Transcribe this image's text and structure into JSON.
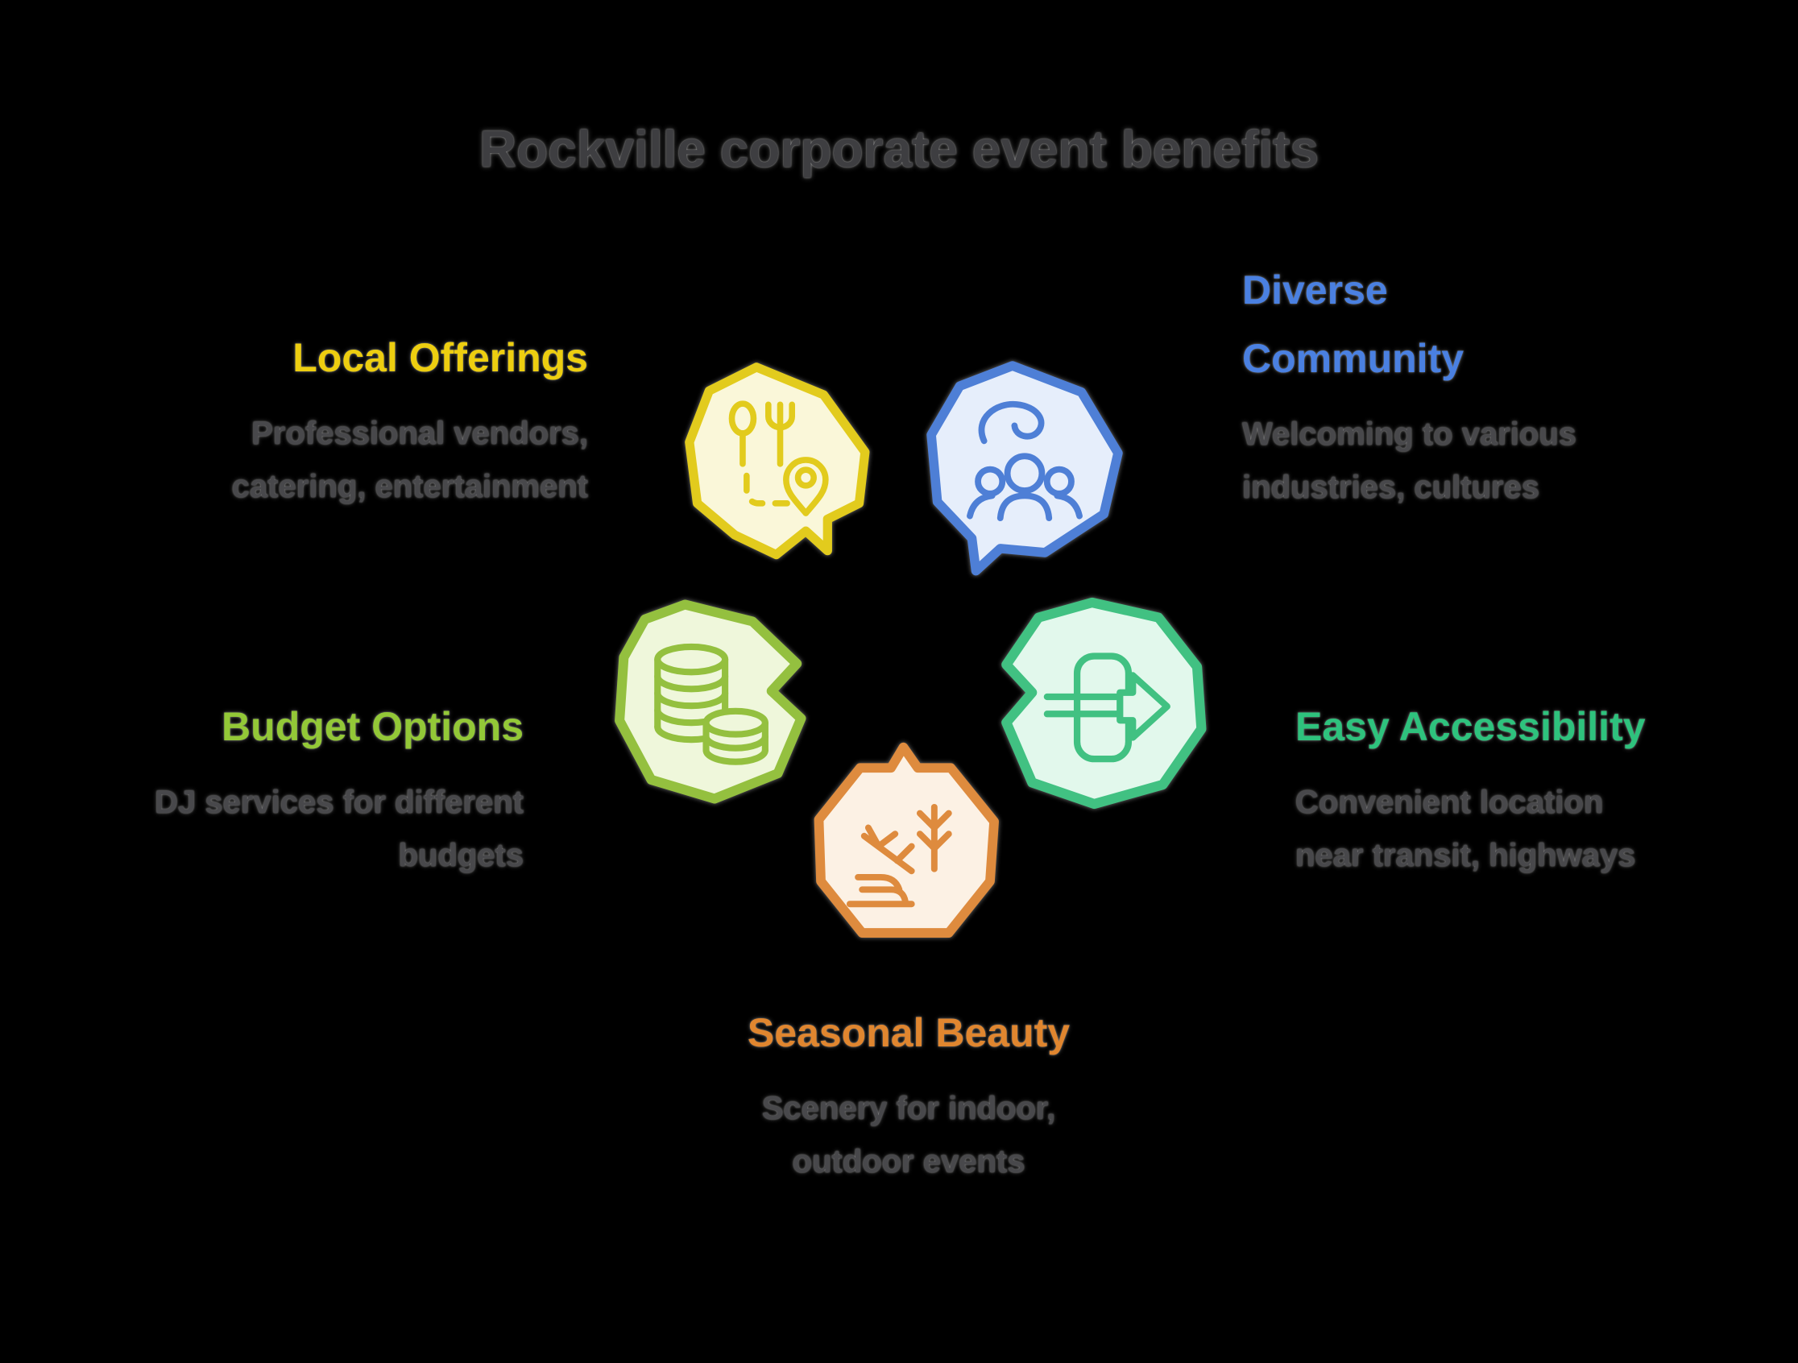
{
  "title": "Rockville corporate event benefits",
  "background_color": "#000000",
  "title_color": "#3e3e41",
  "body_text_color": "#48484b",
  "benefits": [
    {
      "id": "local-offerings",
      "heading": "Local Offerings",
      "description": "Professional vendors,\ncatering, entertainment",
      "heading_color": "#edce10",
      "badge_stroke": "#e2cb1d",
      "badge_fill": "#faf7d9",
      "icon": "food-location-icon"
    },
    {
      "id": "diverse-community",
      "heading": "Diverse\nCommunity",
      "description": "Welcoming to various\nindustries, cultures",
      "heading_color": "#4a80e1",
      "badge_stroke": "#4e7fd6",
      "badge_fill": "#e6eefb",
      "icon": "community-icon"
    },
    {
      "id": "budget-options",
      "heading": "Budget Options",
      "description": "DJ services for different\nbudgets",
      "heading_color": "#93c837",
      "badge_stroke": "#94c03f",
      "badge_fill": "#eff7db",
      "icon": "coin-stack-icon"
    },
    {
      "id": "easy-accessibility",
      "heading": "Easy Accessibility",
      "description": "Convenient location\nnear transit, highways",
      "heading_color": "#2ec27d",
      "badge_stroke": "#41c182",
      "badge_fill": "#e2f8ec",
      "icon": "door-exit-icon"
    },
    {
      "id": "seasonal-beauty",
      "heading": "Seasonal Beauty",
      "description": "Scenery for indoor,\noutdoor events",
      "heading_color": "#e0862f",
      "badge_stroke": "#de8b3e",
      "badge_fill": "#fcf1e4",
      "icon": "plants-icon"
    }
  ]
}
